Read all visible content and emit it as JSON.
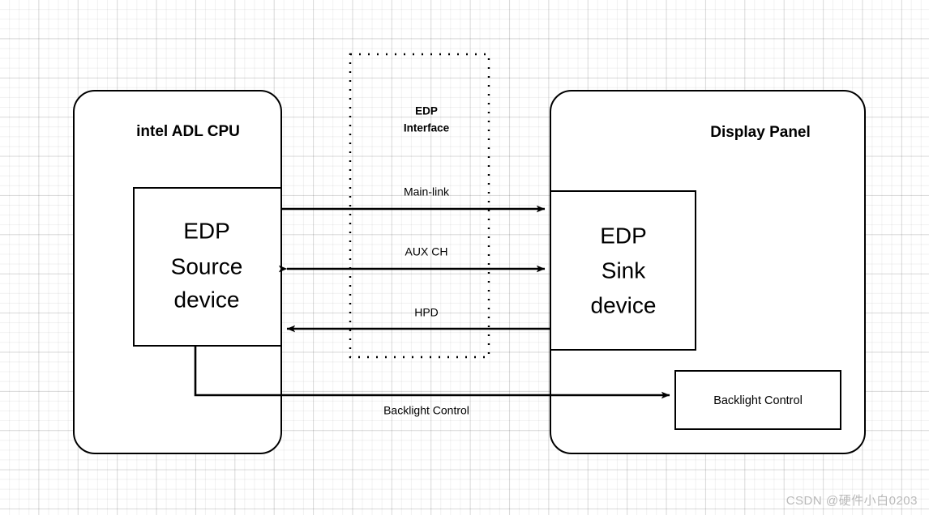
{
  "diagram": {
    "cpu": {
      "title": "intel ADL CPU",
      "inner_box": {
        "line1": "EDP",
        "line2": "Source",
        "line3": "device"
      }
    },
    "interface_region": {
      "line1": "EDP",
      "line2": "Interface"
    },
    "panel": {
      "title": "Display Panel",
      "inner_box": {
        "line1": "EDP",
        "line2": "Sink",
        "line3": "device"
      },
      "backlight_box": {
        "label": "Backlight Control"
      }
    },
    "connections": [
      {
        "label": "Main-link",
        "direction": "source-to-sink"
      },
      {
        "label": "AUX CH",
        "direction": "bidirectional"
      },
      {
        "label": "HPD",
        "direction": "sink-to-source"
      },
      {
        "label": "Backlight Control",
        "direction": "source-to-backlight"
      }
    ]
  },
  "watermark": {
    "text": "CSDN @硬件小白0203"
  },
  "colors": {
    "stroke": "#000000",
    "background": "#ffffff",
    "grid_minor": "#f0f0f0",
    "grid_major": "#e4e4e4",
    "watermark": "#b9b9b9"
  }
}
